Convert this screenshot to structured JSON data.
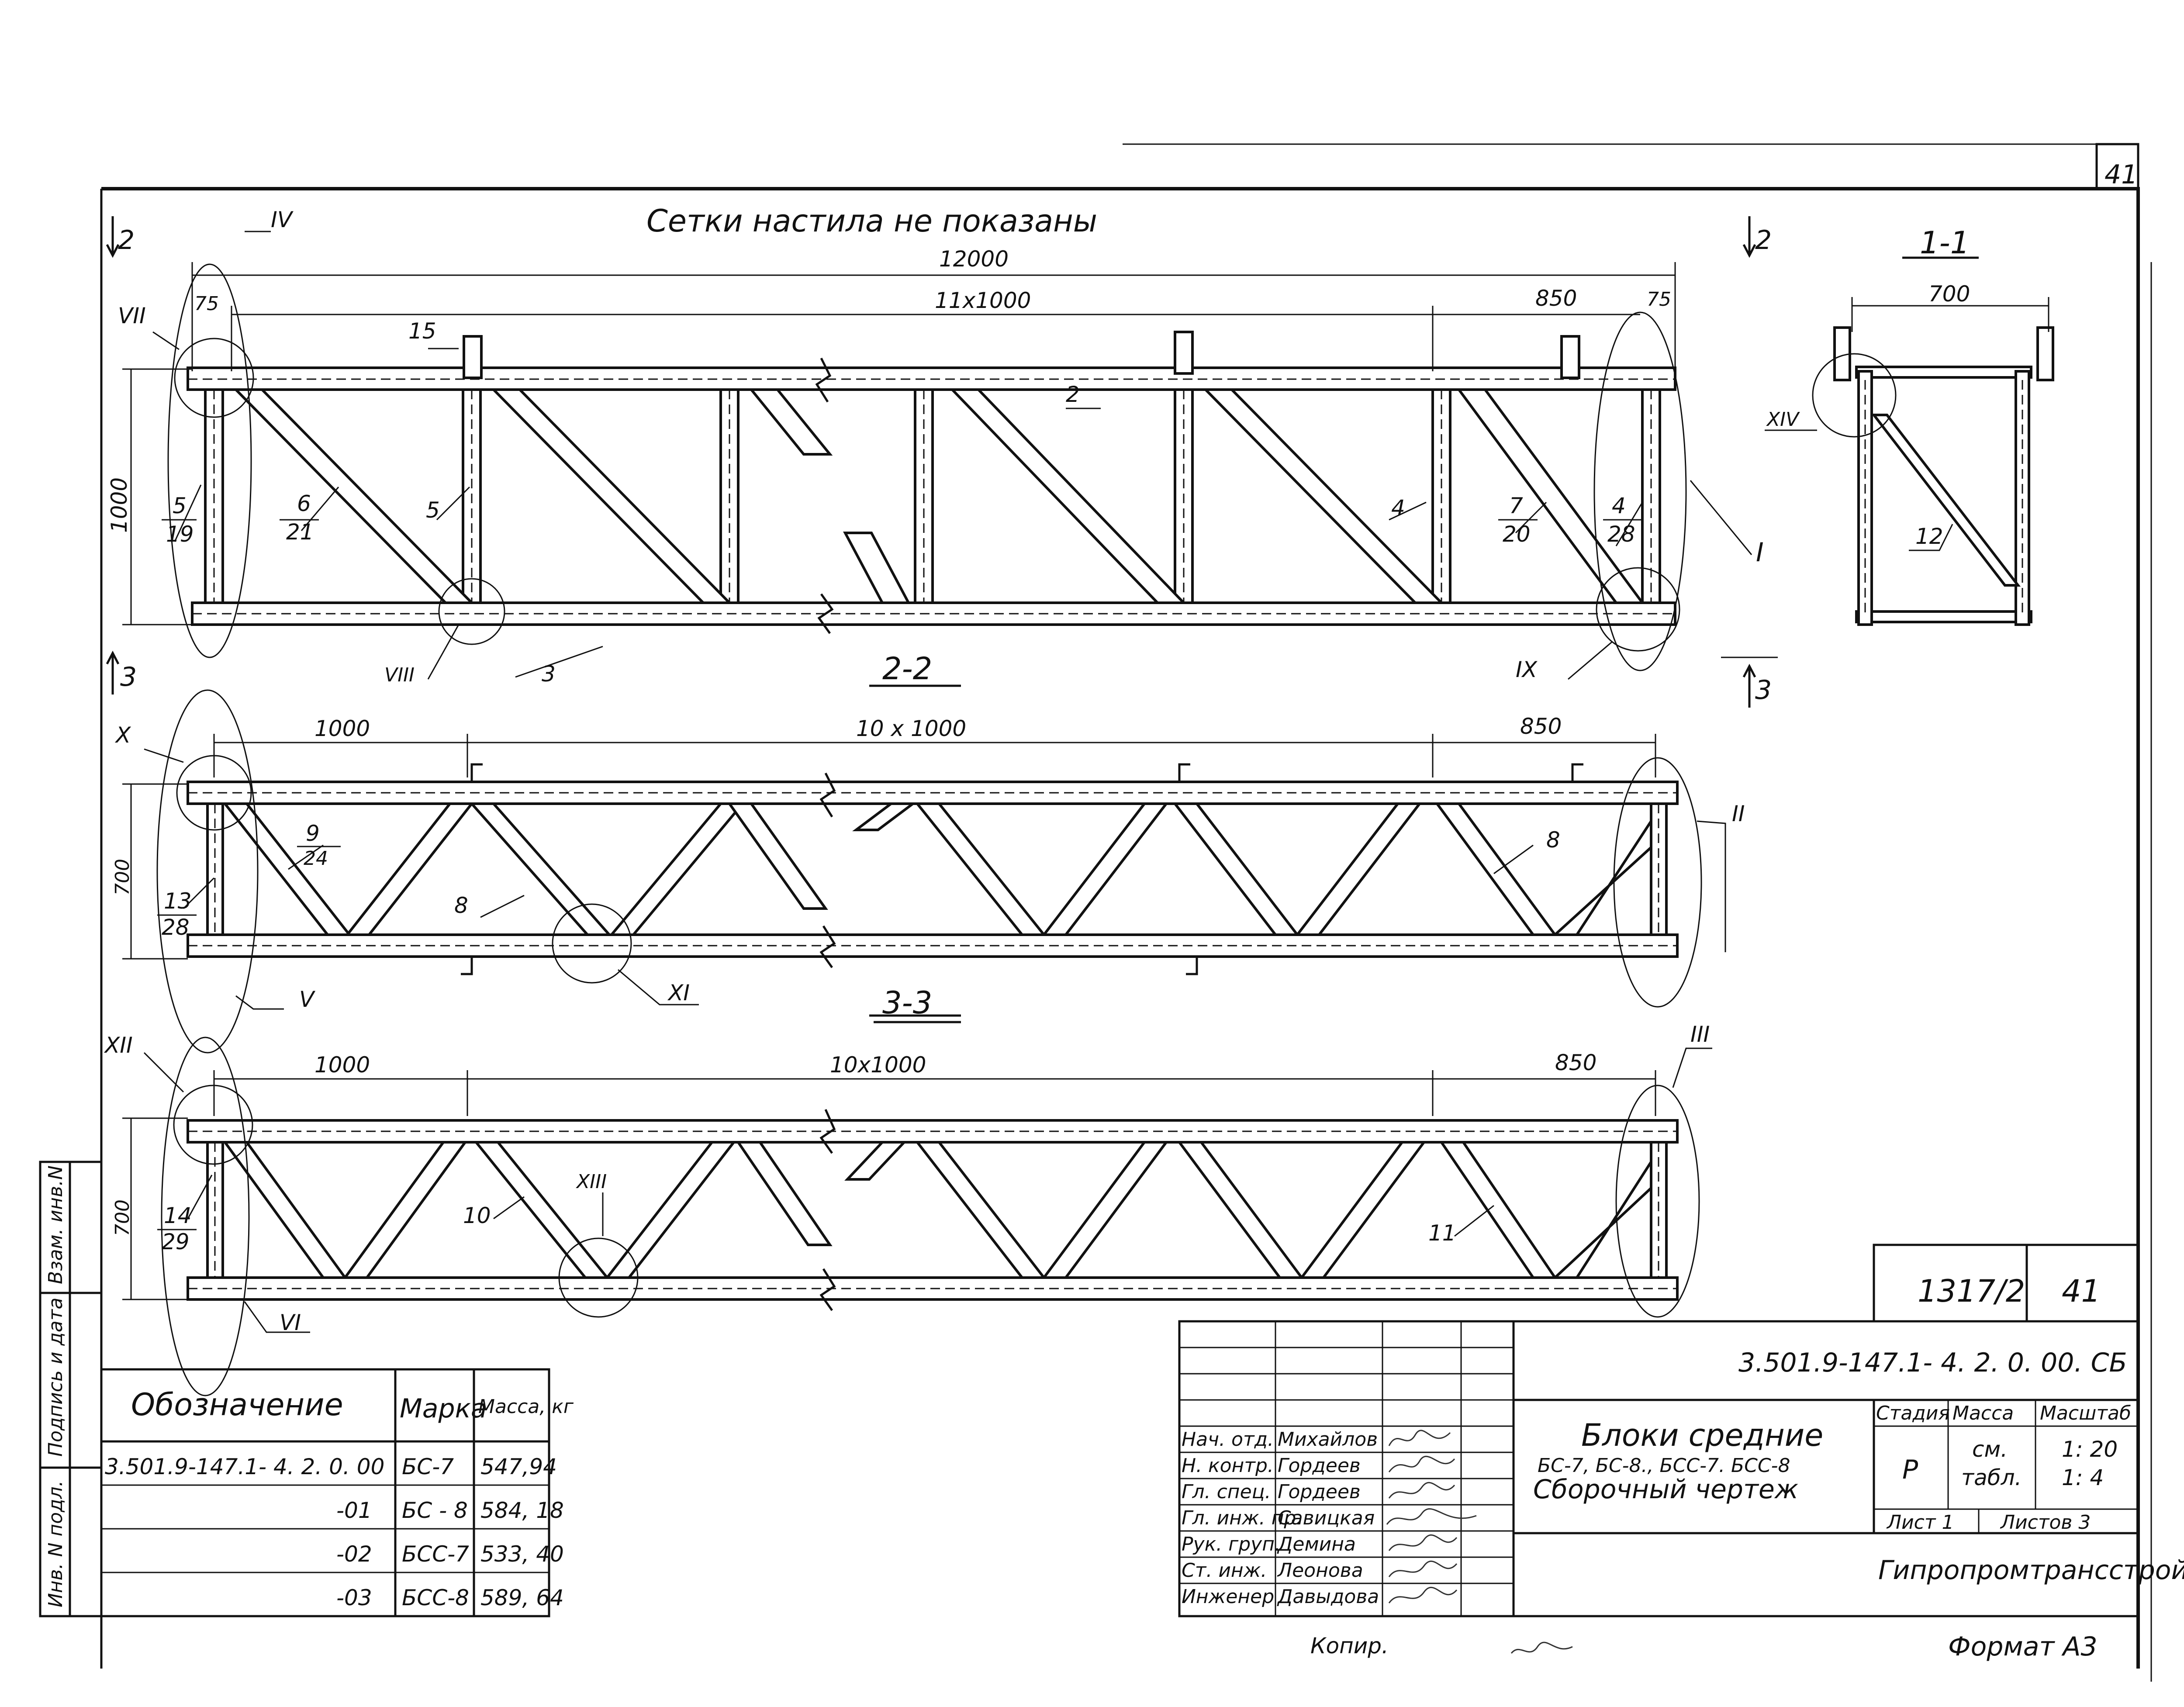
{
  "sheet": {
    "sheet_number_corner": "41",
    "note_top": "Сетки настила не показаны",
    "format": "Формат А3",
    "copied_by": "Копир."
  },
  "view_main": {
    "section_marks": {
      "left_top": "2",
      "left_bottom": "3",
      "right_top": "2",
      "right_bottom": "3"
    },
    "dims": {
      "overall": "12000",
      "panels": "11х1000",
      "end_right": "850",
      "end_left_small": "75",
      "end_right_small": "75",
      "height": "1000"
    },
    "callouts": {
      "IV": "IV",
      "VII": "VII",
      "VIII": "VIII",
      "IX": "IX",
      "I": "I"
    },
    "positions": {
      "p15": "15",
      "p2": "2",
      "p3": "3",
      "p4a": "4",
      "p5": "5",
      "p6": "6",
      "p21": "21",
      "p5b": "5",
      "p19": "19",
      "p7": "7",
      "p20": "20",
      "p4b": "4",
      "p28": "28"
    }
  },
  "view_2_2": {
    "title": "2-2",
    "dims": {
      "left": "1000",
      "panels": "10 х 1000",
      "right": "850",
      "height": "700"
    },
    "callouts": {
      "X": "X",
      "XI": "XI",
      "II": "II",
      "V": "V"
    },
    "positions": {
      "p9": "9",
      "p24": "24",
      "p8a": "8",
      "p8b": "8",
      "p13": "13",
      "p28": "28"
    }
  },
  "view_3_3": {
    "title": "3-3",
    "dims": {
      "left": "1000",
      "panels": "10х1000",
      "right": "850",
      "height": "700"
    },
    "callouts": {
      "XII": "XII",
      "XIII": "XIII",
      "III": "III",
      "VI": "VI"
    },
    "positions": {
      "p10": "10",
      "p11": "11",
      "p14": "14",
      "p29": "29"
    }
  },
  "view_1_1": {
    "title": "1-1",
    "dims": {
      "width": "700"
    },
    "callouts": {
      "XIV": "XIV"
    },
    "positions": {
      "p12": "12"
    }
  },
  "side_stamp": {
    "cells": [
      "Взам. инв.N",
      "Подпись и дата",
      "Инв. N подл."
    ]
  },
  "spec_table": {
    "headers": [
      "Обозначение",
      "Марка",
      "Масса, кг"
    ],
    "rows": [
      {
        "designation": "3.501.9-147.1- 4. 2. 0. 00",
        "mark": "БС-7",
        "mass": "547,94"
      },
      {
        "designation": "-01",
        "mark": "БС - 8",
        "mass": "584, 18"
      },
      {
        "designation": "-02",
        "mark": "БСС-7",
        "mass": "533, 40"
      },
      {
        "designation": "-03",
        "mark": "БСС-8",
        "mass": "589, 64"
      }
    ]
  },
  "title_block": {
    "archive_no": "1317/2",
    "archive_sheet": "41",
    "doc_code": "3.501.9-147.1- 4. 2. 0. 00. СБ",
    "title_line1": "Блоки средние",
    "title_line2": "БС-7, БС-8., БСС-7. БСС-8",
    "title_line3": "Сборочный чертеж",
    "stage_header": "Стадия",
    "mass_header": "Масса",
    "scale_header": "Масштаб",
    "stage": "Р",
    "mass_value_1": "см.",
    "mass_value_2": "табл.",
    "scale_1": "1: 20",
    "scale_2": "1: 4",
    "sheet_label": "Лист 1",
    "sheets_label": "Листов 3",
    "organization": "Гипропромтрансстрой",
    "roles": [
      {
        "role": "Нач. отд.",
        "name": "Михайлов"
      },
      {
        "role": "Н. контр.",
        "name": "Гордеев"
      },
      {
        "role": "Гл. спец.",
        "name": "Гордеев"
      },
      {
        "role": "Гл. инж. пр.",
        "name": "Савицкая"
      },
      {
        "role": "Рук. груп.",
        "name": "Демина"
      },
      {
        "role": "Ст. инж.",
        "name": "Леонова"
      },
      {
        "role": "Инженер",
        "name": "Давыдова"
      }
    ]
  }
}
